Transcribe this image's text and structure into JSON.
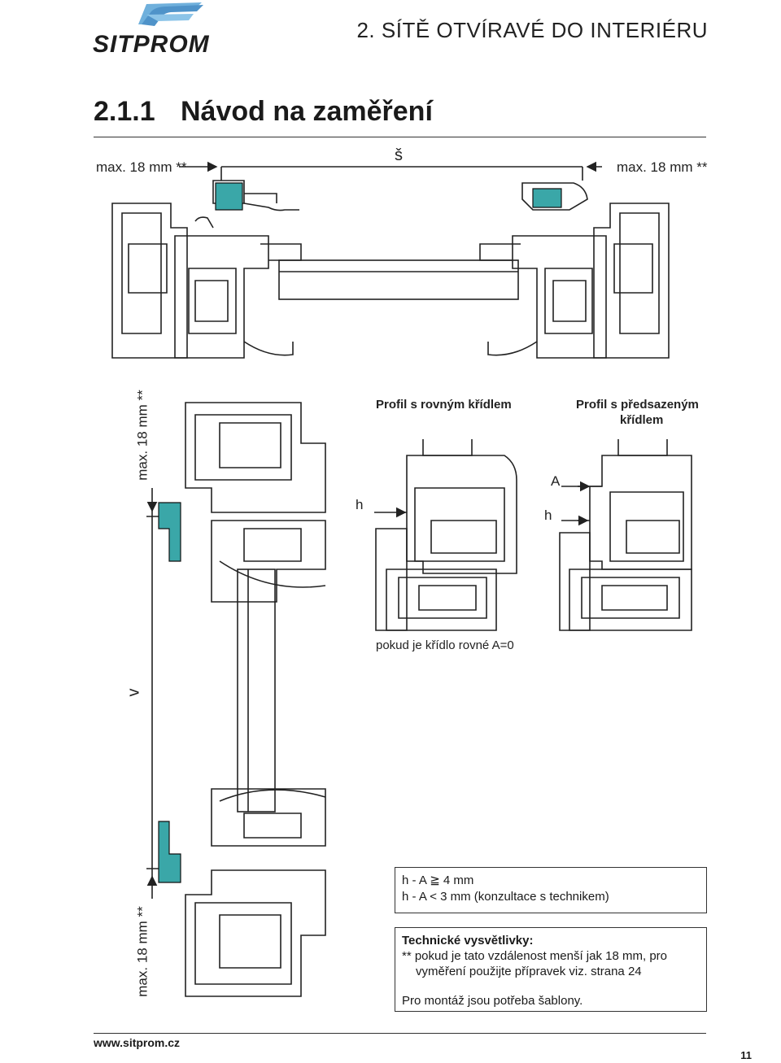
{
  "header": {
    "logo_text": "SITPROM",
    "chapter": "2.  SÍTĚ OTVÍRAVÉ DO INTERIÉRU"
  },
  "section": {
    "number": "2.1.1",
    "title": "Návod na zaměření"
  },
  "top_view": {
    "left_label": "max. 18 mm **",
    "width_label": "š",
    "right_label": "max. 18 mm **"
  },
  "side_view": {
    "top_max_label": "max. 18 mm **",
    "height_label": "v",
    "bottom_max_label": "max. 18 mm **"
  },
  "detail_straight": {
    "title": "Profil s rovným křídlem",
    "h_label": "h",
    "caption": "pokud je křídlo rovné A=0"
  },
  "detail_offset": {
    "title_line1": "Profil s předsazeným",
    "title_line2": "křídlem",
    "a_label": "A",
    "h_label": "h"
  },
  "rules_box": {
    "line1": "h - A ≧  4 mm",
    "line2": "h - A < 3 mm (konzultace s technikem)"
  },
  "notes_box": {
    "title": "Technické vysvětlivky:",
    "line1": "** pokud je tato vzdálenost menší jak 18 mm, pro",
    "line2": "vyměření použijte přípravek viz. strana 24",
    "line3": "Pro montáž jsou potřeba šablony."
  },
  "footer": {
    "url": "www.sitprom.cz",
    "page": "11"
  },
  "colors": {
    "accent_teal": "#3aa7a8",
    "line": "#222222",
    "logo_blue": "#2f6ea8"
  }
}
